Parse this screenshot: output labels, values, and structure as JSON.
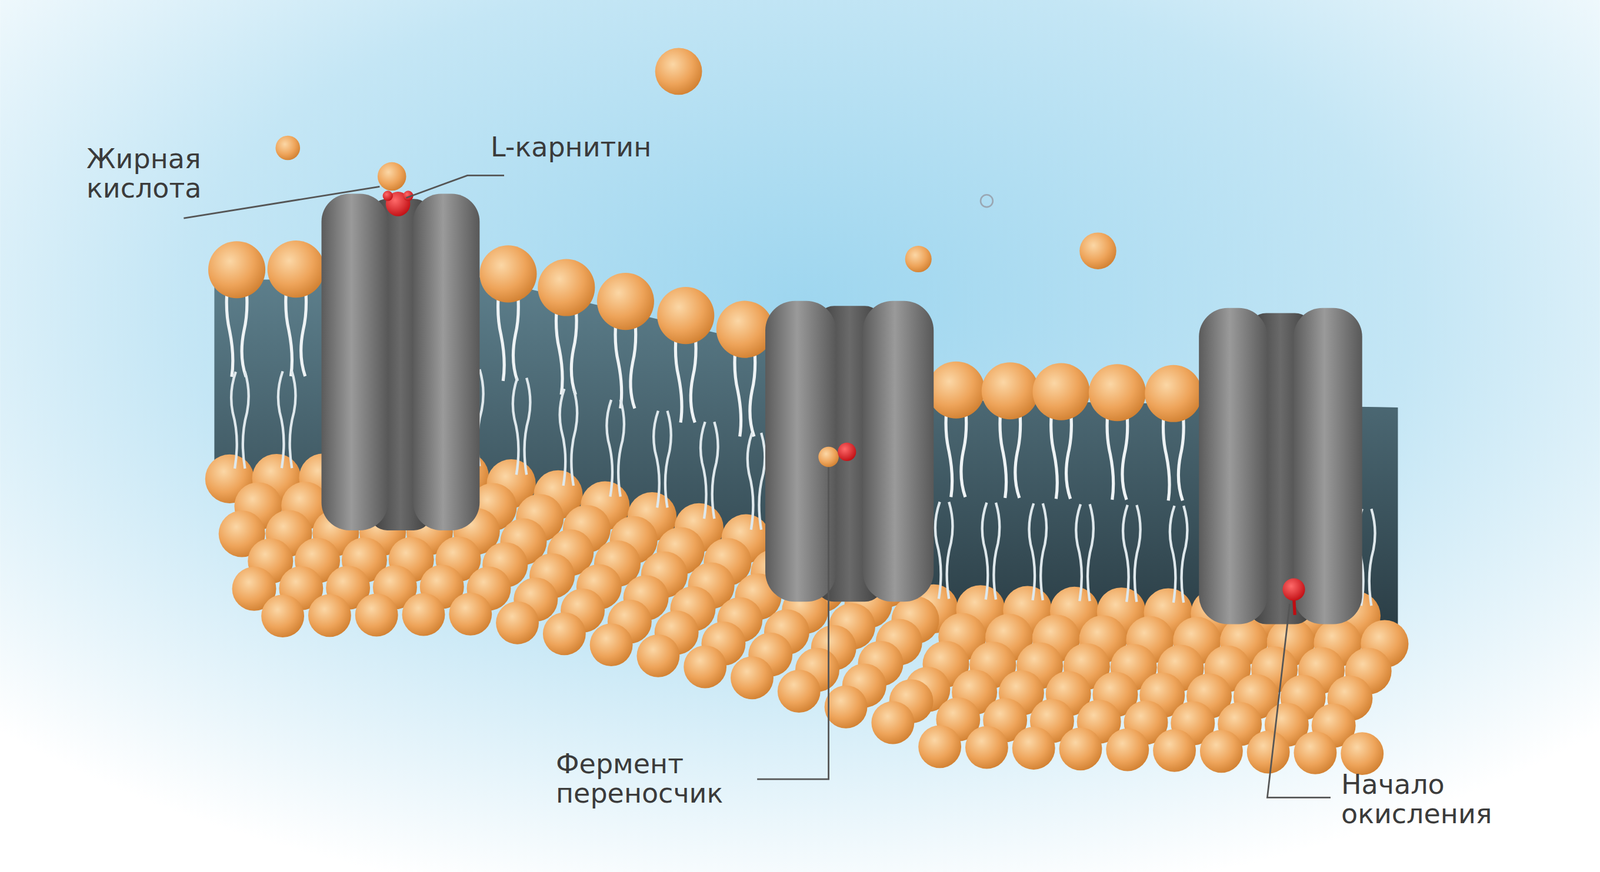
{
  "diagram": {
    "labels": [
      "Жирная кислота",
      "L-карнитин",
      "Фермент переносчик",
      "Начало окисления"
    ]
  }
}
